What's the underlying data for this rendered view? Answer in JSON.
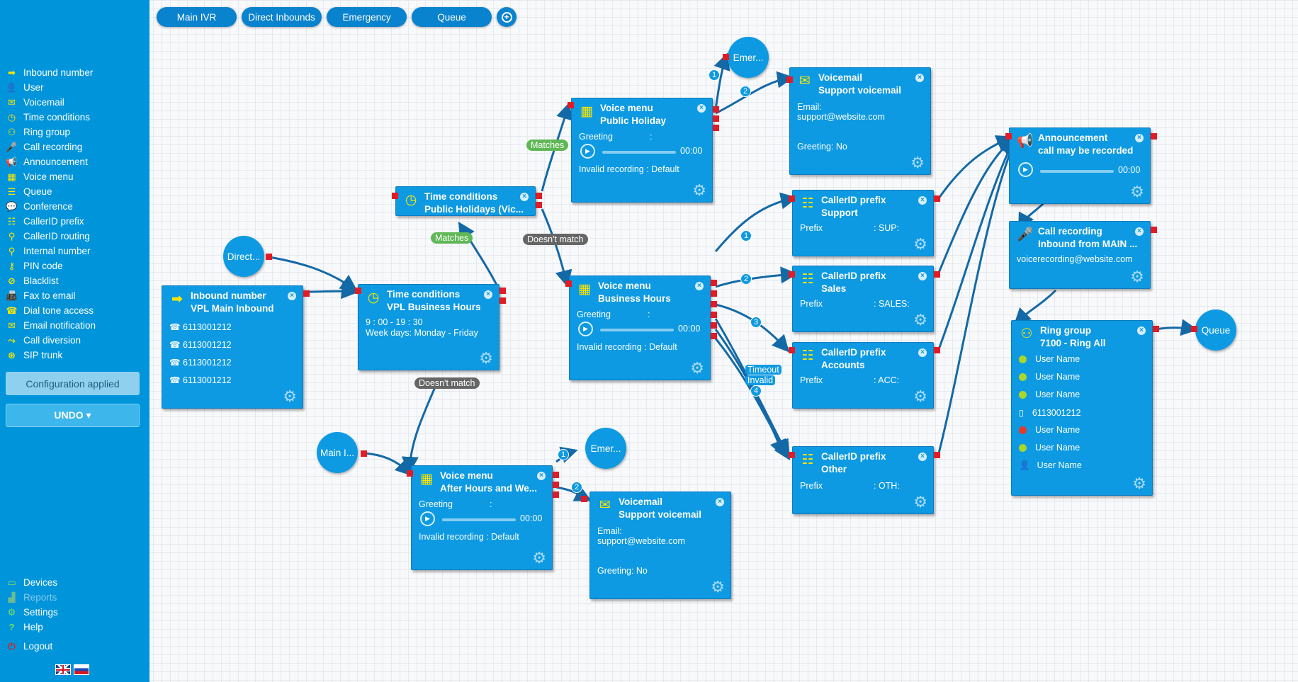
{
  "sidebar": {
    "items": [
      {
        "label": "Inbound number",
        "icon": "arrow-right-icon"
      },
      {
        "label": "User",
        "icon": "user-icon"
      },
      {
        "label": "Voicemail",
        "icon": "envelope-icon"
      },
      {
        "label": "Time conditions",
        "icon": "clock-icon"
      },
      {
        "label": "Ring group",
        "icon": "users-icon"
      },
      {
        "label": "Call recording",
        "icon": "microphone-icon"
      },
      {
        "label": "Announcement",
        "icon": "megaphone-icon"
      },
      {
        "label": "Voice menu",
        "icon": "grid-icon"
      },
      {
        "label": "Queue",
        "icon": "queue-icon"
      },
      {
        "label": "Conference",
        "icon": "chat-icon"
      },
      {
        "label": "CallerID prefix",
        "icon": "list-icon"
      },
      {
        "label": "CallerID routing",
        "icon": "routing-icon"
      },
      {
        "label": "Internal number",
        "icon": "pin-icon"
      },
      {
        "label": "PIN code",
        "icon": "key-icon"
      },
      {
        "label": "Blacklist",
        "icon": "ban-icon"
      },
      {
        "label": "Fax to email",
        "icon": "fax-icon"
      },
      {
        "label": "Dial tone access",
        "icon": "phone-icon"
      },
      {
        "label": "Email notification",
        "icon": "mail-icon"
      },
      {
        "label": "Call diversion",
        "icon": "diversion-icon"
      },
      {
        "label": "SIP trunk",
        "icon": "globe-icon"
      }
    ],
    "config_applied": "Configuration applied",
    "undo": "UNDO ▾",
    "bottom": [
      {
        "label": "Devices",
        "icon": "monitor-icon"
      },
      {
        "label": "Reports",
        "icon": "chart-icon"
      },
      {
        "label": "Settings",
        "icon": "gear-icon"
      },
      {
        "label": "Help",
        "icon": "question-icon"
      }
    ],
    "logout": "Logout"
  },
  "tabs": [
    "Main IVR",
    "Direct Inbounds",
    "Emergency",
    "Queue"
  ],
  "colors": {
    "sidebar": "#0095db",
    "node": "#0d9ae2",
    "wire": "#1369a6",
    "pin": "#e21b24",
    "match": "#5fb756",
    "nomatch": "#666666"
  },
  "nodes": {
    "inbound": {
      "type": "Inbound number",
      "name": "VPL Main Inbound",
      "numbers": [
        "6113001212",
        "6113001212",
        "6113001212",
        "6113001212"
      ]
    },
    "tc_bh": {
      "type": "Time conditions",
      "name": "VPL Business Hours",
      "time": "9 : 00 - 19 : 30",
      "days": "Week days: Monday - Friday"
    },
    "tc_ph": {
      "type": "Time conditions",
      "name": "Public Holidays (Vic..."
    },
    "vm_ph": {
      "type": "Voice menu",
      "name": "Public Holiday",
      "greeting": "Greeting",
      "colon": ":",
      "time": "00:00",
      "invalid": "Invalid recording",
      "invalid_val": ": Default"
    },
    "vm_bh": {
      "type": "Voice menu",
      "name": "Business Hours",
      "greeting": "Greeting",
      "colon": ":",
      "time": "00:00",
      "invalid": "Invalid recording",
      "invalid_val": ": Default"
    },
    "vm_ah": {
      "type": "Voice menu",
      "name": "After Hours and We...",
      "greeting": "Greeting",
      "colon": ":",
      "time": "00:00",
      "invalid": "Invalid recording",
      "invalid_val": ": Default"
    },
    "voicemail1": {
      "type": "Voicemail",
      "name": "Support voicemail",
      "email_label": "Email:",
      "email": "support@website.com",
      "greeting": "Greeting: No"
    },
    "voicemail2": {
      "type": "Voicemail",
      "name": "Support voicemail",
      "email_label": "Email:",
      "email": "support@website.com",
      "greeting": "Greeting: No"
    },
    "cp_support": {
      "type": "CallerID prefix",
      "name": "Support",
      "prefix_label": "Prefix",
      "prefix": ": SUP:"
    },
    "cp_sales": {
      "type": "CallerID prefix",
      "name": "Sales",
      "prefix_label": "Prefix",
      "prefix": ": SALES:"
    },
    "cp_accounts": {
      "type": "CallerID prefix",
      "name": "Accounts",
      "prefix_label": "Prefix",
      "prefix": ": ACC:"
    },
    "cp_other": {
      "type": "CallerID prefix",
      "name": "Other",
      "prefix_label": "Prefix",
      "prefix": ": OTH:"
    },
    "announce": {
      "type": "Announcement",
      "name": "call may be recorded",
      "time": "00:00"
    },
    "callrec": {
      "type": "Call recording",
      "name": "Inbound from MAIN ...",
      "email": "voicerecording@website.com"
    },
    "ringgroup": {
      "type": "Ring group",
      "name": "7100 - Ring All",
      "members": [
        {
          "label": "User Name",
          "status": "green"
        },
        {
          "label": "User Name",
          "status": "green"
        },
        {
          "label": "User Name",
          "status": "green"
        },
        {
          "label": "6113001212",
          "status": "phone"
        },
        {
          "label": "User Name",
          "status": "red"
        },
        {
          "label": "User Name",
          "status": "green"
        },
        {
          "label": "User Name",
          "status": "user"
        }
      ]
    }
  },
  "circles": {
    "direct": "Direct...",
    "main": "Main I...",
    "emer1": "Emer...",
    "emer2": "Emer...",
    "queue": "Queue"
  },
  "labels": {
    "matches": "Matches",
    "doesnt_match": "Doesn't match",
    "timeout": "Timeout",
    "invalid": "Invalid"
  },
  "numbers": {
    "n1": "1",
    "n2": "2",
    "n3": "3",
    "n4": "4"
  }
}
